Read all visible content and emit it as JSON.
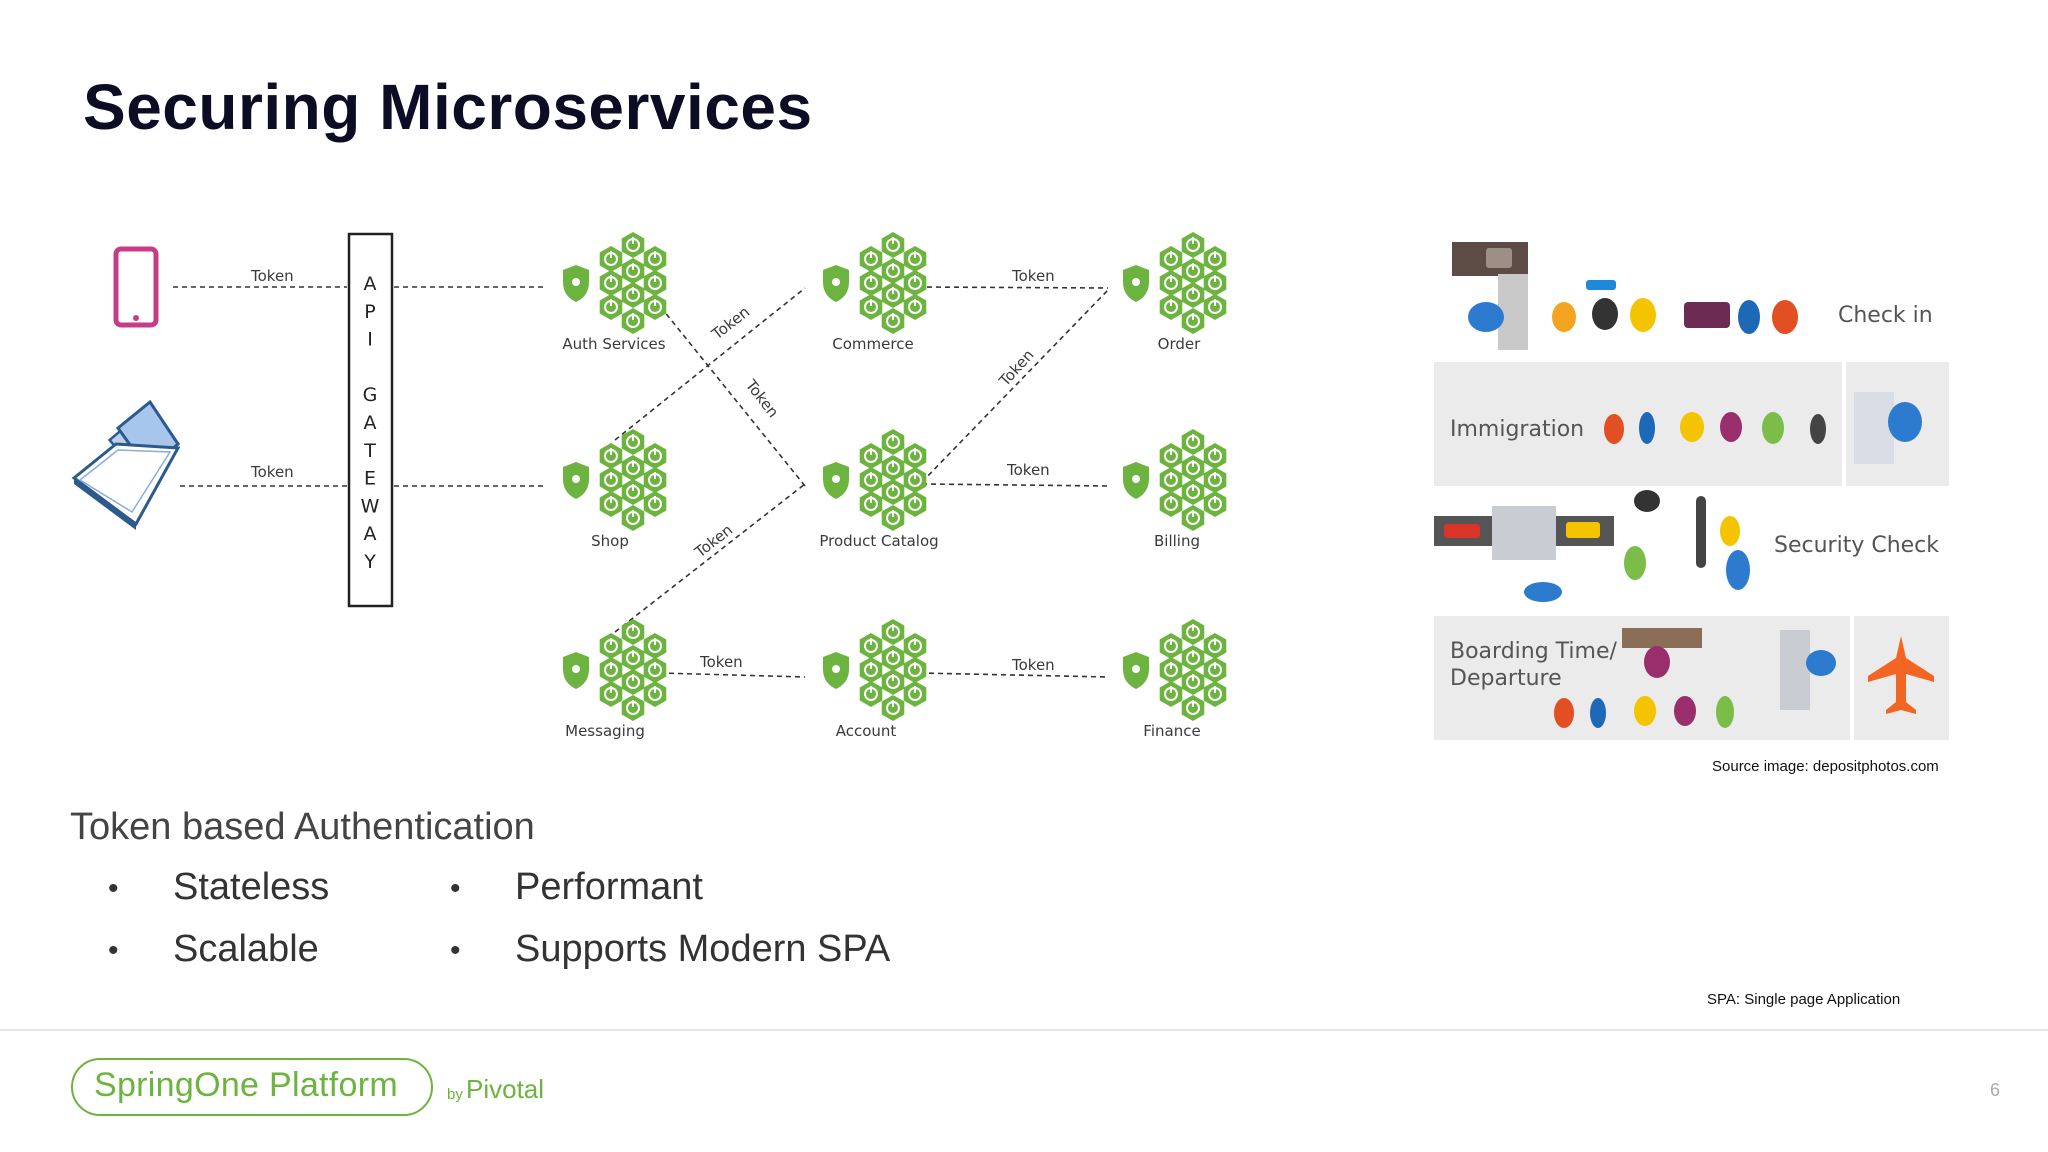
{
  "slide": {
    "title": "Securing Microservices",
    "page_number": "6"
  },
  "diagram": {
    "gateway_letters": [
      "A",
      "P",
      "I",
      "",
      "G",
      "A",
      "T",
      "E",
      "W",
      "A",
      "Y"
    ],
    "services": {
      "auth": "Auth Services",
      "commerce": "Commerce",
      "order": "Order",
      "shop": "Shop",
      "catalog": "Product Catalog",
      "billing": "Billing",
      "messaging": "Messaging",
      "account": "Account",
      "finance": "Finance"
    },
    "token_label": "Token",
    "colors": {
      "service": "#6db33f",
      "device": "#c63c87",
      "laptop": "#2c5a8c"
    }
  },
  "airport": {
    "rows": [
      {
        "label": "Check in"
      },
      {
        "label": "Immigration"
      },
      {
        "label": "Security Check"
      },
      {
        "label": "Boarding Time/\nDeparture"
      }
    ],
    "source": "Source image: depositphotos.com"
  },
  "content": {
    "subtitle": "Token based Authentication",
    "bullets": [
      "Stateless",
      "Scalable",
      "Performant",
      "Supports Modern SPA"
    ],
    "footnote": "SPA: Single page Application"
  },
  "footer": {
    "logo": "SpringOne Platform",
    "by": "by",
    "company": "Pivotal"
  }
}
